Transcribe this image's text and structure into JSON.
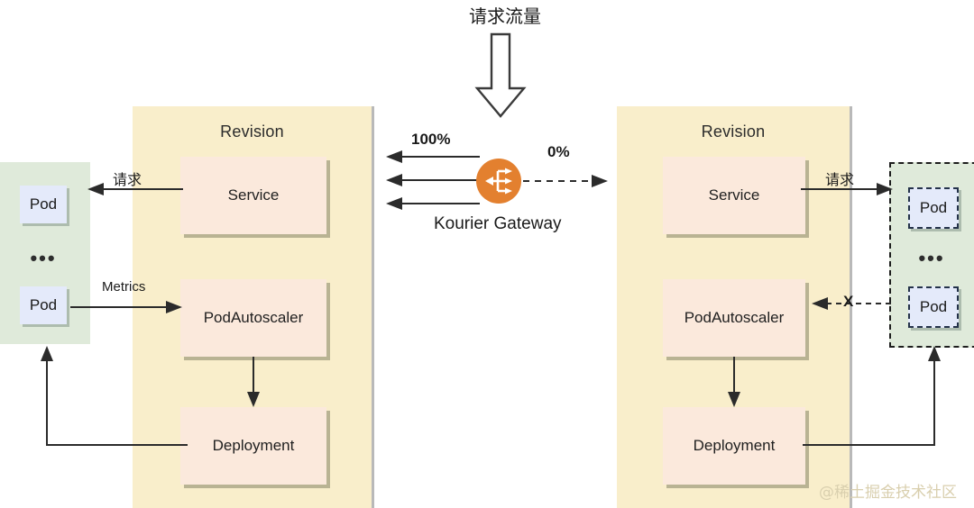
{
  "diagram": {
    "title_flow": "请求流量",
    "gateway": {
      "label": "Kourier Gateway",
      "icon": "envoy-gateway-icon",
      "color": "#e3802f",
      "traffic_left": "100%",
      "traffic_right": "0%"
    },
    "left": {
      "revision_title": "Revision",
      "boxes": [
        {
          "label": "Service"
        },
        {
          "label": "PodAutoscaler"
        },
        {
          "label": "Deployment"
        }
      ],
      "pods": {
        "top_label": "Pod",
        "ellipsis": "•••",
        "bottom_label": "Pod",
        "style": "solid",
        "fill": "#dfeada"
      },
      "edges": {
        "service_to_pod": "请求",
        "pod_to_autoscaler": "Metrics"
      }
    },
    "right": {
      "revision_title": "Revision",
      "boxes": [
        {
          "label": "Service"
        },
        {
          "label": "PodAutoscaler"
        },
        {
          "label": "Deployment"
        }
      ],
      "pods": {
        "top_label": "Pod",
        "ellipsis": "•••",
        "bottom_label": "Pod",
        "style": "dashed",
        "fill": "#dfeada"
      },
      "edges": {
        "service_to_pod": "请求",
        "pod_to_autoscaler_blocked": "X"
      }
    },
    "watermark": "@稀土掘金技术社区",
    "colors": {
      "revision_panel": "#f9eecb",
      "component_box": "#fbe9dc",
      "component_shadow": "#b9b393",
      "pod_group": "#dfeada",
      "pod_box": "#e4eafa",
      "gateway": "#e3802f",
      "stroke": "#2b2b2b"
    }
  }
}
